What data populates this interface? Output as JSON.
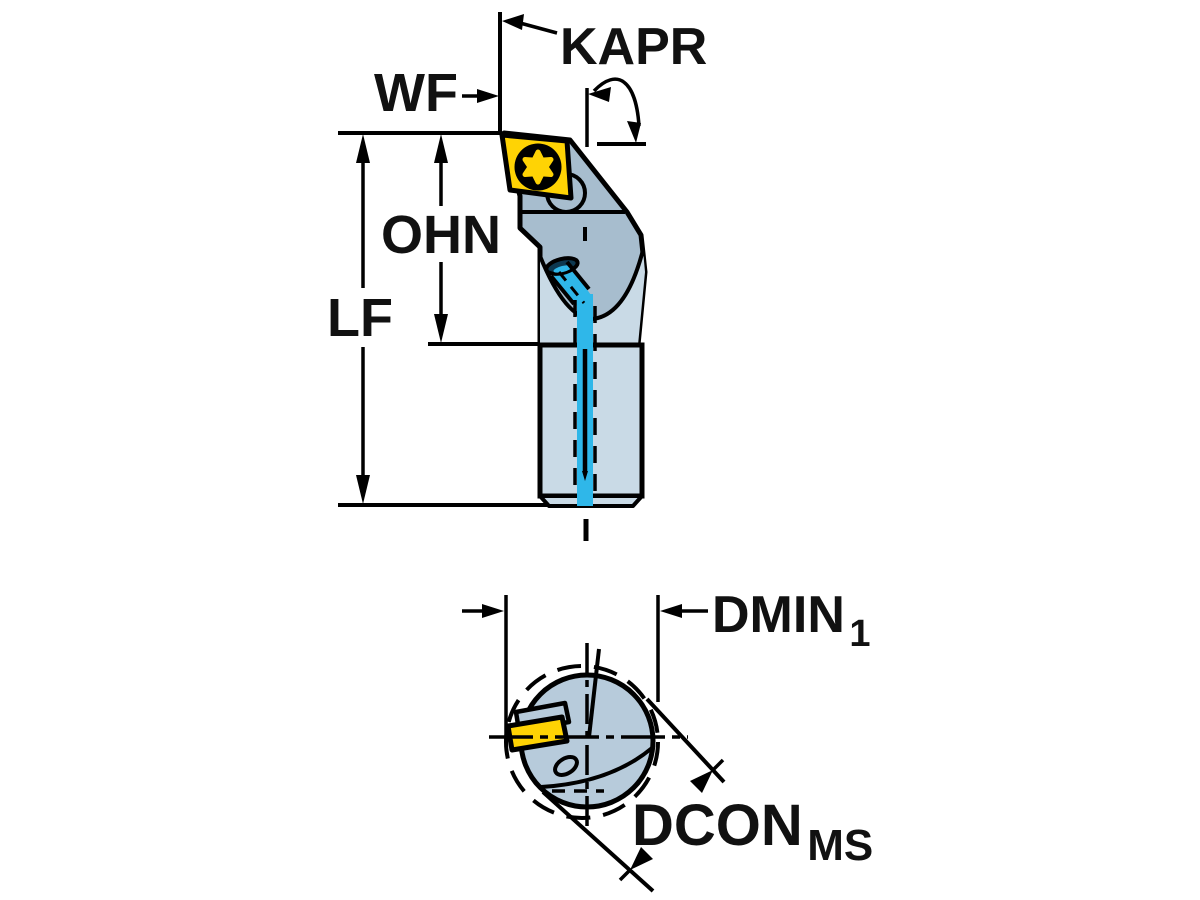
{
  "side_view": {
    "labels": {
      "kapr": "KAPR",
      "wf": "WF",
      "ohn": "OHN",
      "lf": "LF"
    }
  },
  "end_view": {
    "labels": {
      "dmin_main": "DMIN",
      "dmin_sub": "1",
      "dcon_main": "DCON",
      "dcon_sub": "MS"
    }
  },
  "colors": {
    "outline": "#000000",
    "insert_yellow": "#FFD304",
    "head_blue": "#A7BDCE",
    "body_blue_light": "#C9DAE6",
    "circle_blue": "#B7CBDB",
    "coolant_cyan": "#2FB7E9",
    "coolant_bore_dark": "#0D3850",
    "label_text": "#111111"
  }
}
